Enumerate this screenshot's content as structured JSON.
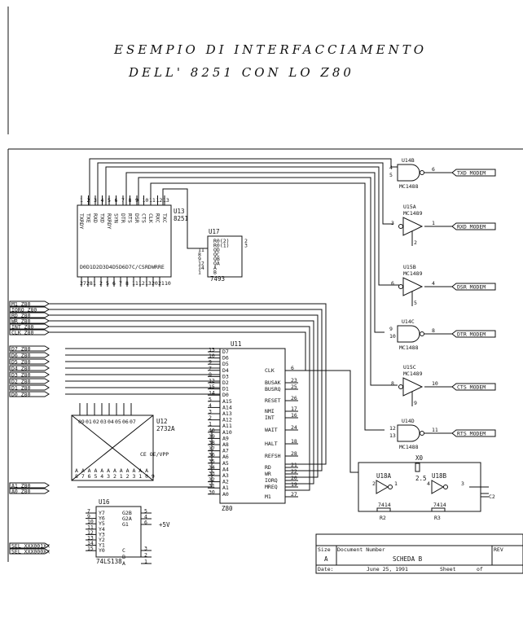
{
  "title": {
    "line1": "ESEMPIO DI INTERFACCIAMENTO",
    "line2": "DELL' 8251 CON LO Z80"
  },
  "u13": {
    "ref": "U13",
    "part": "8251",
    "top_pins": [
      "1",
      "2",
      "3",
      "4",
      "5",
      "6",
      "7",
      "8",
      "9",
      "10",
      "11",
      "12",
      "13"
    ],
    "top_labels": [
      "TXRDY",
      "TXE",
      "RXD",
      "TXD",
      "RXRDY",
      "SYN",
      "DTR",
      "RTS",
      "DSR",
      "CTS",
      "CLK",
      "RXC",
      "TXC"
    ],
    "bottom_pins": [
      "27",
      "28",
      "1",
      "2",
      "5",
      "6",
      "7",
      "8",
      "11",
      "12",
      "13",
      "20",
      "21",
      "10"
    ],
    "bottom_labels": [
      "D0",
      "D1",
      "D2",
      "D3",
      "D4",
      "D5",
      "D6",
      "D7",
      "C/D",
      "CS",
      "RD",
      "WR",
      "RESET"
    ]
  },
  "u17": {
    "ref": "U17",
    "part": "7493",
    "pins": [
      "R0(2)",
      "R0(1)",
      "QD",
      "QC",
      "QB",
      "QA",
      "A",
      "B"
    ],
    "nums": [
      "2",
      "3",
      "11",
      "8",
      "9",
      "12",
      "14",
      "1"
    ]
  },
  "u11": {
    "ref": "U11",
    "part": "Z80",
    "left_pins": [
      {
        "n": "13",
        "l": "D7"
      },
      {
        "n": "10",
        "l": "D6"
      },
      {
        "n": "9",
        "l": "D5"
      },
      {
        "n": "7",
        "l": "D4"
      },
      {
        "n": "8",
        "l": "D3"
      },
      {
        "n": "12",
        "l": "D2"
      },
      {
        "n": "15",
        "l": "D1"
      },
      {
        "n": "14",
        "l": "D0"
      },
      {
        "n": "5",
        "l": "A15"
      },
      {
        "n": "4",
        "l": "A14"
      },
      {
        "n": "3",
        "l": "A13"
      },
      {
        "n": "2",
        "l": "A12"
      },
      {
        "n": "1",
        "l": "A11"
      },
      {
        "n": "40",
        "l": "A10"
      },
      {
        "n": "39",
        "l": "A9"
      },
      {
        "n": "38",
        "l": "A8"
      },
      {
        "n": "37",
        "l": "A7"
      },
      {
        "n": "36",
        "l": "A6"
      },
      {
        "n": "35",
        "l": "A5"
      },
      {
        "n": "34",
        "l": "A4"
      },
      {
        "n": "33",
        "l": "A3"
      },
      {
        "n": "32",
        "l": "A2"
      },
      {
        "n": "31",
        "l": "A1"
      },
      {
        "n": "30",
        "l": "A0"
      }
    ],
    "right_pins": [
      {
        "n": "6",
        "l": "CLK"
      },
      {
        "n": "23",
        "l": "BUSAK"
      },
      {
        "n": "25",
        "l": "BUSRQ"
      },
      {
        "n": "26",
        "l": "RESET"
      },
      {
        "n": "17",
        "l": "NMI"
      },
      {
        "n": "16",
        "l": "INT"
      },
      {
        "n": "24",
        "l": "WAIT"
      },
      {
        "n": "18",
        "l": "HALT"
      },
      {
        "n": "28",
        "l": "REFSH"
      },
      {
        "n": "21",
        "l": "RD"
      },
      {
        "n": "22",
        "l": "WR"
      },
      {
        "n": "20",
        "l": "IORQ"
      },
      {
        "n": "19",
        "l": "MREQ"
      },
      {
        "n": "27",
        "l": "M1"
      }
    ],
    "bottom_label": "Z80"
  },
  "u12": {
    "ref": "U12",
    "part": "2732A",
    "top_pins": [
      "09",
      "01",
      "02",
      "03",
      "04",
      "05",
      "06",
      "07"
    ],
    "bottom_label": "A A A A A A A A A A A A",
    "bottom_nums": "8 7 6 5 4 3 2 1 2 3 1 0 9",
    "side": "CE OE/VPP"
  },
  "u16": {
    "ref": "U16",
    "part": "74LS138",
    "outs": [
      "Y7",
      "Y6",
      "Y5",
      "Y4",
      "Y3",
      "Y2",
      "Y1",
      "Y0"
    ],
    "outnums": [
      "7",
      "9",
      "10",
      "11",
      "12",
      "13",
      "14",
      "15"
    ],
    "ins": [
      "G2B",
      "G2A",
      "G1",
      "C",
      "B",
      "A"
    ],
    "innums": [
      "5",
      "4",
      "6",
      "3",
      "2",
      "1"
    ],
    "vcc": "+5V"
  },
  "left_signals": [
    {
      "text": "M1 Z80"
    },
    {
      "text": "IORQ Z80"
    },
    {
      "text": "RD Z80"
    },
    {
      "text": "WR Z80"
    },
    {
      "text": "INT Z80"
    },
    {
      "text": "CLK Z80"
    }
  ],
  "data_signals": [
    {
      "text": "D7 Z80"
    },
    {
      "text": "D6 Z80"
    },
    {
      "text": "D5 Z80"
    },
    {
      "text": "D4 Z80"
    },
    {
      "text": "D3 Z80"
    },
    {
      "text": "D2 Z80"
    },
    {
      "text": "D1 Z80"
    },
    {
      "text": "D0 Z80"
    }
  ],
  "addr_signals": [
    {
      "text": "A1 Z80"
    },
    {
      "text": "A0 Z80"
    }
  ],
  "sel_signals": [
    {
      "text": "SEL XXX001XX"
    },
    {
      "text": "SEL XXX000XX"
    }
  ],
  "gates": [
    {
      "ref": "U14B",
      "part": "MC1488",
      "in": [
        "4",
        "5"
      ],
      "out": "6",
      "port": "TXD MODEM"
    },
    {
      "ref": "U15A",
      "part": "MC1489",
      "in": [
        "3"
      ],
      "ctl": "2",
      "out": "1",
      "port": "RXD MODEM"
    },
    {
      "ref": "U15B",
      "part": "MC1489",
      "in": [
        "6"
      ],
      "ctl": "5",
      "out": "4",
      "port": "DSR MODEM"
    },
    {
      "ref": "U14C",
      "part": "MC1488",
      "in": [
        "9",
        "10"
      ],
      "out": "8",
      "port": "DTR MODEM"
    },
    {
      "ref": "U15C",
      "part": "MC1489",
      "in": [
        "8"
      ],
      "ctl": "9",
      "out": "10",
      "port": "CTS MODEM"
    },
    {
      "ref": "U14D",
      "part": "MC1488",
      "in": [
        "12",
        "13"
      ],
      "out": "11",
      "port": "RTS MODEM"
    }
  ],
  "osc": {
    "xtal": "X0",
    "freq": "2.5",
    "u18a": "U18A",
    "u18b": "U18B",
    "part": "7414",
    "r2": "R2",
    "r3": "R3",
    "c2": "C2",
    "pins": [
      "1",
      "2",
      "3",
      "4"
    ]
  },
  "title_block": {
    "size_label": "Size",
    "size": "A",
    "docnum_label": "Document Number",
    "doc": "SCHEDA B",
    "rev_label": "REV",
    "date_label": "Date:",
    "date": "June 25, 1991",
    "sheet_label": "Sheet",
    "of_label": "of"
  }
}
